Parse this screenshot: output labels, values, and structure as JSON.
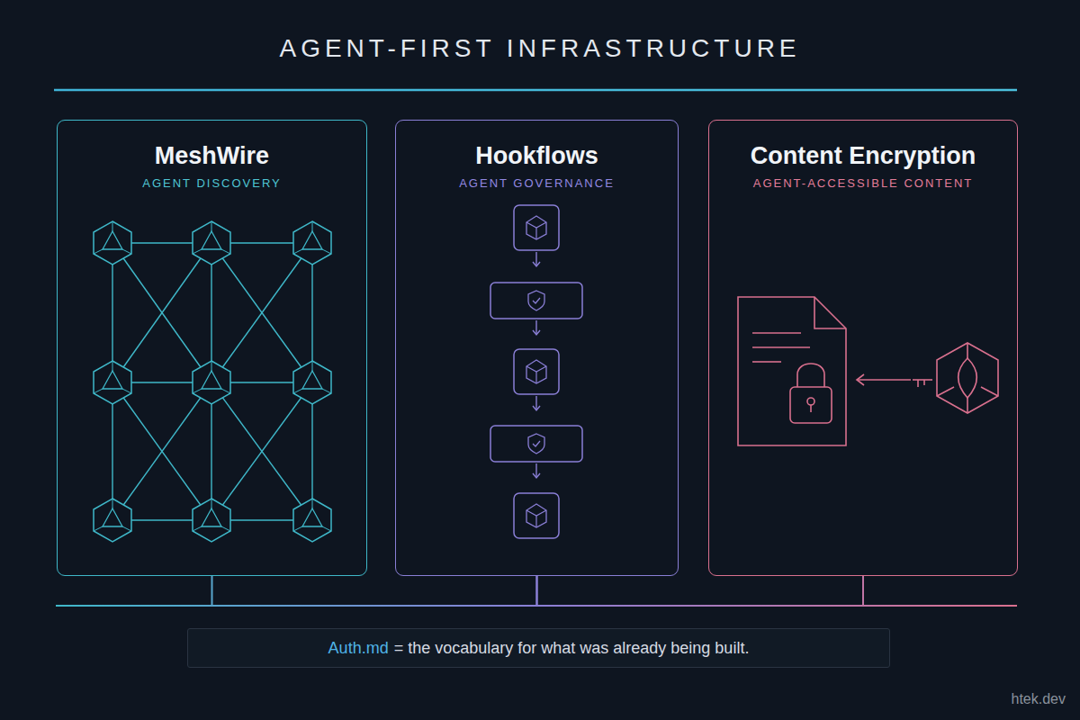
{
  "diagram": {
    "title": "AGENT-FIRST INFRASTRUCTURE",
    "nodes": [
      {
        "text": [
          "MeshWire",
          "AGENT DISCOVERY"
        ]
      },
      {
        "text": [
          "Hookflows",
          "AGENT GOVERNANCE"
        ]
      },
      {
        "text": [
          "Content Encryption",
          "AGENT-ACCESSIBLE CONTENT"
        ]
      },
      {
        "text": [
          "Auth.md",
          "= the vocabulary for what was already being built."
        ]
      }
    ],
    "edges": [
      {
        "from": 0,
        "to": 1,
        "arrow": "none"
      },
      {
        "from": 1,
        "to": 2,
        "arrow": "none"
      }
    ],
    "labels": [
      "htek.dev"
    ]
  }
}
